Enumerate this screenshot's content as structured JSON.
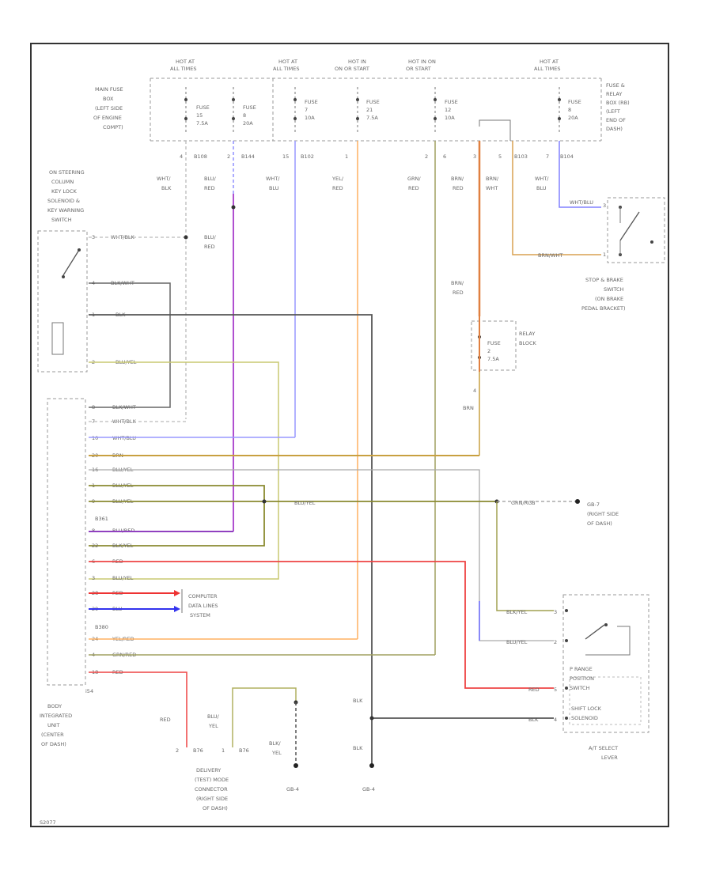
{
  "hot": [
    {
      "line1": "HOT AT",
      "line2": "ALL TIMES"
    },
    {
      "line1": "HOT AT",
      "line2": "ALL TIMES"
    },
    {
      "line1": "HOT IN",
      "line2": "ON OR START"
    },
    {
      "line1": "HOT IN ON",
      "line2": "OR START"
    },
    {
      "line1": "HOT AT",
      "line2": "ALL TIMES"
    }
  ],
  "main_fuse_box": [
    "MAIN FUSE",
    "BOX",
    "(LEFT SIDE",
    "OF ENGINE",
    "COMPT)"
  ],
  "relay_box": [
    "FUSE &",
    "RELAY",
    "BOX (RB)",
    "(LEFT",
    "END OF",
    "DASH)"
  ],
  "fuses": [
    {
      "l1": "FUSE",
      "l2": "15",
      "l3": "7.5A"
    },
    {
      "l1": "FUSE",
      "l2": "8",
      "l3": "20A"
    },
    {
      "l1": "FUSE",
      "l2": "7",
      "l3": "10A"
    },
    {
      "l1": "FUSE",
      "l2": "21",
      "l3": "7.5A"
    },
    {
      "l1": "FUSE",
      "l2": "12",
      "l3": "10A"
    },
    {
      "l1": "FUSE",
      "l2": "8",
      "l3": "20A"
    }
  ],
  "connectors": {
    "b108": "B108",
    "b144": "B144",
    "b102": "B102",
    "b103": "B103",
    "b104": "B104"
  },
  "pins": {
    "p4": "4",
    "p2": "2",
    "p15": "15",
    "p1": "1",
    "p6": "6",
    "p3": "3",
    "p5": "5",
    "p7": "7"
  },
  "wires": {
    "wht_blk": [
      "WHT/",
      "BLK"
    ],
    "blu_red": [
      "BLU/",
      "RED"
    ],
    "wht_blu": [
      "WHT/",
      "BLU"
    ],
    "yel_red": [
      "YEL/",
      "RED"
    ],
    "grn_red": [
      "GRN/",
      "RED"
    ],
    "brn_red": [
      "BRN/",
      "RED"
    ],
    "brn_wht": [
      "BRN/",
      "WHT"
    ],
    "wht_blu2": [
      "WHT/",
      "BLU"
    ],
    "blu_red2": [
      "BLU/",
      "RED"
    ],
    "brn_red2": [
      "BRN/",
      "RED"
    ],
    "brn": "BRN",
    "blk": "BLK",
    "red": "RED",
    "blu_yel": [
      "BLU/",
      "YEL"
    ],
    "blk_yel": [
      "BLK/",
      "YEL"
    ],
    "blk2": "BLK"
  },
  "key_lock": [
    "ON STEERING",
    "COLUMN",
    "KEY LOCK",
    "SOLENOID &",
    "KEY WARNING",
    "SWITCH"
  ],
  "key_wires": [
    "WHT/BLK",
    "BLK/WHT",
    "BLK",
    "BLU/YEL"
  ],
  "key_pins": [
    "3",
    "4",
    "1",
    "2"
  ],
  "body_unit_wires": [
    {
      "pin": "8",
      "label": "BLK/WHT"
    },
    {
      "pin": "7",
      "label": "WHT/BLK"
    },
    {
      "pin": "10",
      "label": "WHT/BLU"
    },
    {
      "pin": "20",
      "label": "BRN"
    },
    {
      "pin": "16",
      "label": "BLU/YEL"
    },
    {
      "pin": "1",
      "label": "BLU/YEL"
    },
    {
      "pin": "9",
      "label": "BLU/YEL"
    },
    {
      "pin": "8",
      "label": "BLU/RED"
    },
    {
      "pin": "22",
      "label": "BLK/YEL"
    },
    {
      "pin": "6",
      "label": "RED"
    },
    {
      "pin": "3",
      "label": "BLU/YEL"
    },
    {
      "pin": "28",
      "label": "RED"
    },
    {
      "pin": "29",
      "label": "BLU"
    },
    {
      "pin": "24",
      "label": "YEL/RED"
    },
    {
      "pin": "4",
      "label": "GRN/RED"
    },
    {
      "pin": "18",
      "label": "RED"
    }
  ],
  "conn_b361": "B361",
  "conn_b380": "B380",
  "conn_i54": "i54",
  "body_unit": [
    "BODY",
    "INTEGRATED",
    "UNIT",
    "(CENTER",
    "OF DASH)"
  ],
  "blu_yel_mid": "BLU/YEL",
  "gnd_wire": "GRN/RGB",
  "gb7": [
    "GB-7",
    "(RIGHT SIDE",
    "OF DASH)"
  ],
  "computer": [
    "COMPUTER",
    "DATA LINES",
    "SYSTEM"
  ],
  "stop_switch": [
    "STOP & BRAKE",
    "SWITCH",
    "(ON BRAKE",
    "PEDAL BRACKET)"
  ],
  "stop_wires": {
    "top": "WHT/BLU",
    "bottom": "BRN/WHT",
    "pin_top": "3",
    "pin_bot": "1"
  },
  "relay_block": [
    "RELAY",
    "BLOCK"
  ],
  "relay_fuse": {
    "l1": "FUSE",
    "l2": "2",
    "l3": "7.5A"
  },
  "relay_pin": "4",
  "at_lever": [
    "A/T SELECT",
    "LEVER"
  ],
  "p_range": [
    "P RANGE",
    "POSITION",
    "SWITCH"
  ],
  "shift_lock": [
    "SHIFT LOCK",
    "SOLENOID"
  ],
  "lever_wires": [
    {
      "label": "BLK/YEL",
      "pin": "3"
    },
    {
      "label": "BLU/YEL",
      "pin": "2"
    },
    {
      "label": "RED",
      "pin": "5"
    },
    {
      "label": "BLK",
      "pin": "4"
    }
  ],
  "delivery": [
    "DELIVERY",
    "(TEST) MODE",
    "CONNECTOR",
    "(RIGHT SIDE",
    "OF DASH)"
  ],
  "delivery_pins": [
    {
      "pin": "2",
      "conn": "B76"
    },
    {
      "pin": "1",
      "conn": "B76"
    }
  ],
  "gb4_a": "GB-4",
  "gb4_b": "GB-4",
  "footer": "S2077"
}
